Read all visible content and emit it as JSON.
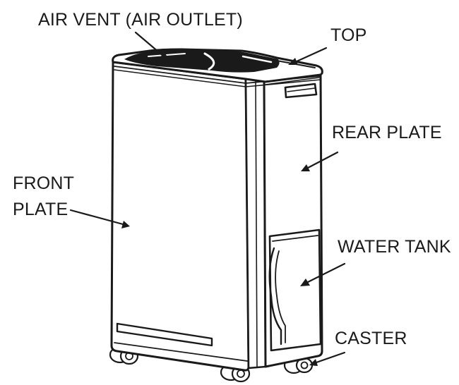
{
  "diagram": {
    "labels": {
      "air_vent": "AIR VENT (AIR OUTLET)",
      "top": "TOP",
      "rear_plate": "REAR PLATE",
      "front_plate_line1": "FRONT",
      "front_plate_line2": "PLATE",
      "water_tank": "WATER TANK",
      "caster": "CASTER"
    },
    "colors": {
      "ink": "#1a1a1a",
      "background": "#ffffff"
    }
  }
}
